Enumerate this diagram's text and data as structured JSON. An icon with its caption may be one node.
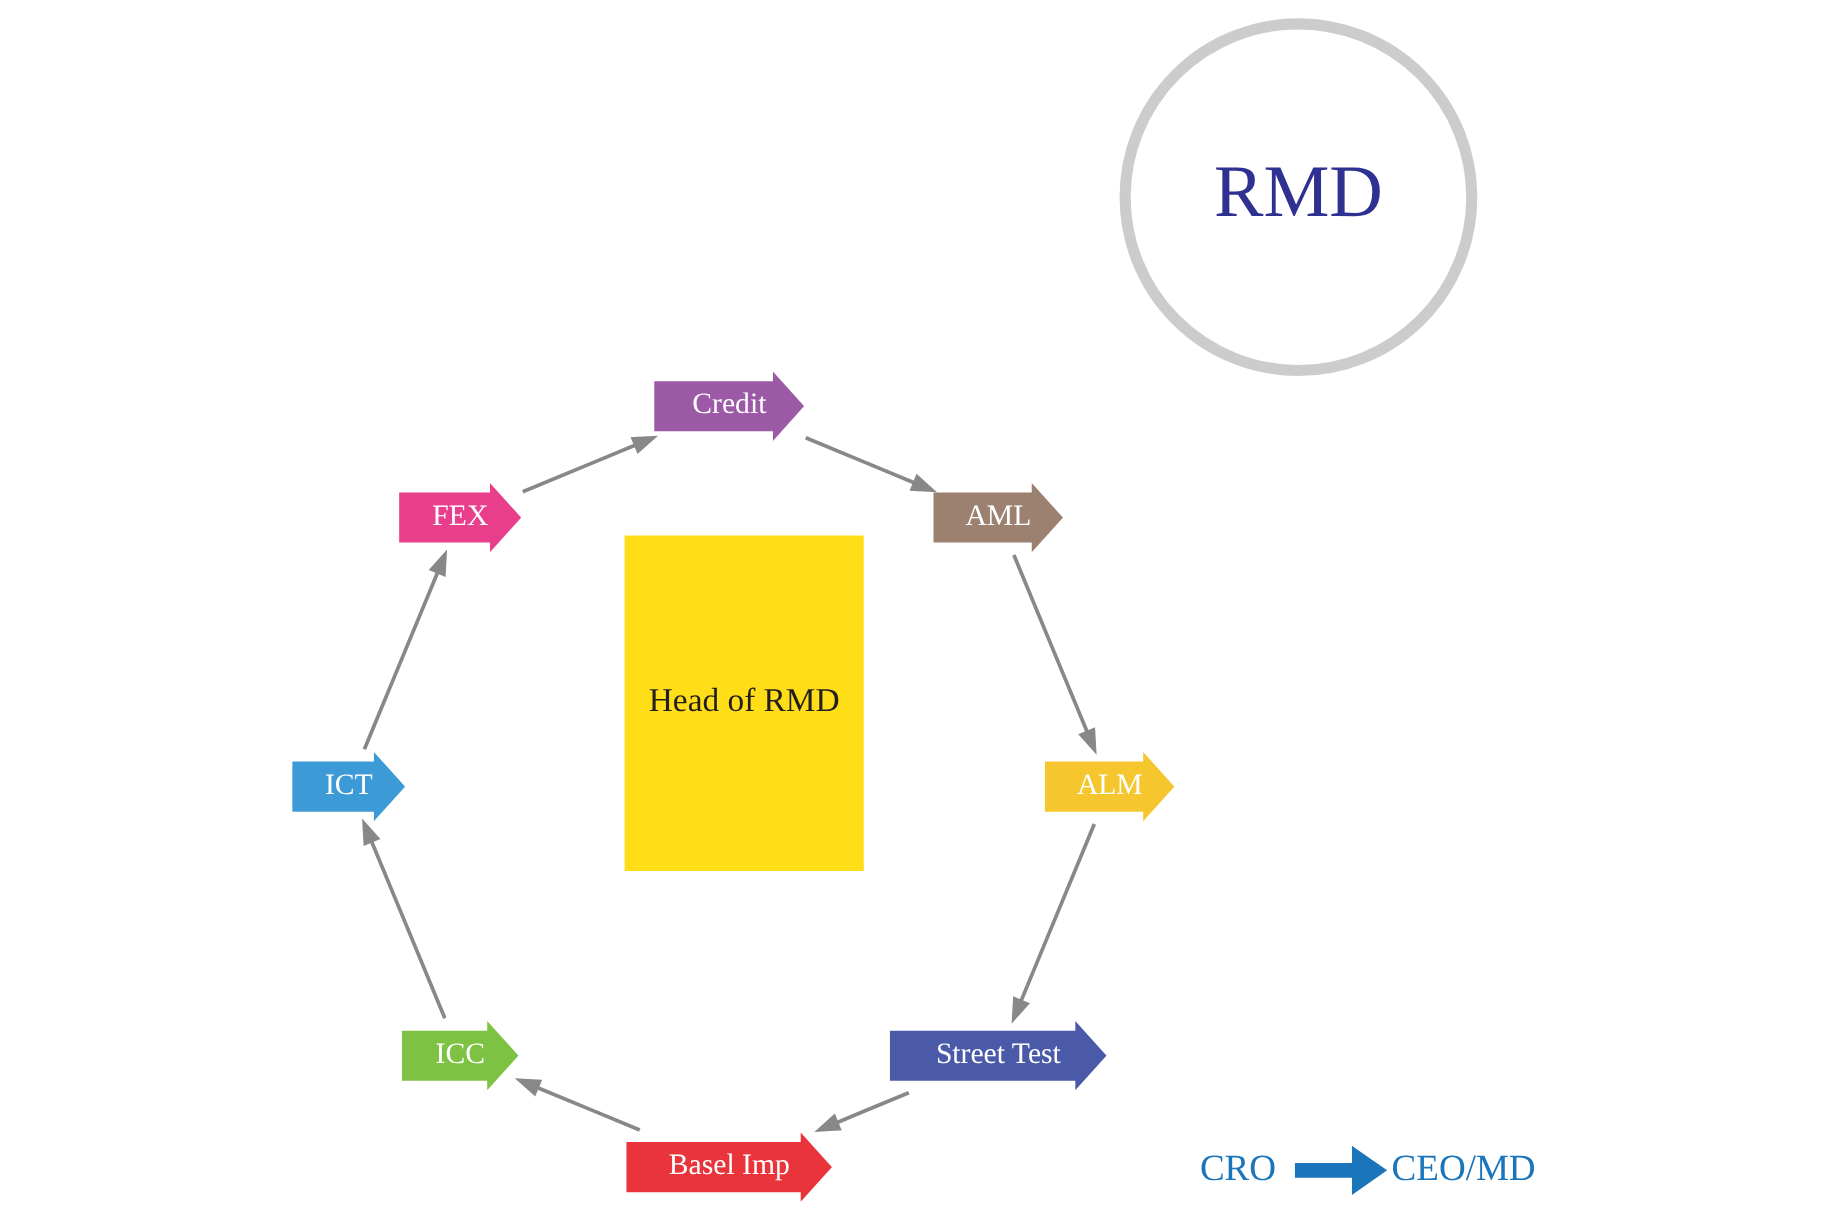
{
  "diagram": {
    "nodes": [
      {
        "text": [
          "RMD"
        ]
      },
      {
        "text": [
          "Street Test"
        ]
      },
      {
        "text": [
          "Basel Imp"
        ]
      },
      {
        "text": [
          "ICC"
        ]
      },
      {
        "text": [
          "ICT"
        ]
      },
      {
        "text": [
          "FEX"
        ]
      },
      {
        "text": [
          "Credit"
        ]
      },
      {
        "text": [
          "AML"
        ]
      },
      {
        "text": [
          "ALM"
        ]
      },
      {
        "text": [
          "CRO"
        ]
      },
      {
        "text": [
          "CEO/MD"
        ]
      },
      {
        "text": [
          "Head of RMD"
        ]
      }
    ],
    "edges": [
      {
        "from": 1,
        "to": 2,
        "arrow": "to"
      },
      {
        "from": 2,
        "to": 3,
        "arrow": "to"
      },
      {
        "from": 3,
        "to": 4,
        "arrow": "to"
      },
      {
        "from": 4,
        "to": 5,
        "arrow": "to"
      },
      {
        "from": 5,
        "to": 6,
        "arrow": "to"
      },
      {
        "from": 6,
        "to": 7,
        "arrow": "to"
      },
      {
        "from": 7,
        "to": 8,
        "arrow": "to"
      },
      {
        "from": 8,
        "to": 1,
        "arrow": "to"
      },
      {
        "from": 9,
        "to": 10,
        "arrow": "to",
        "style": "thick",
        "color": "#1a75bb"
      }
    ]
  }
}
